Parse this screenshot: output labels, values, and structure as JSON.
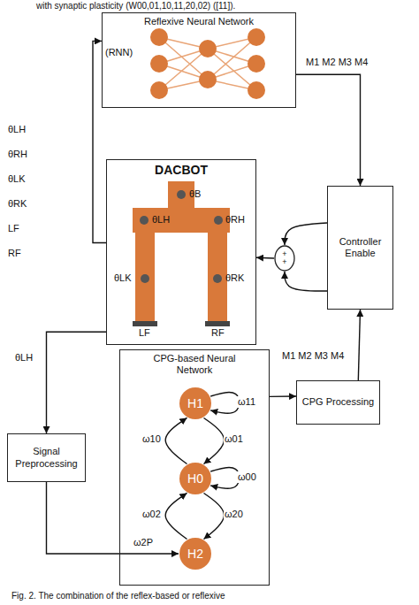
{
  "diagram": {
    "caption": "Fig. 2. The combination of the reflex-based or reflexive",
    "nodes": [
      {
        "text": [
          "Reflexive Neural Network",
          "(RNN)"
        ]
      },
      {
        "text": [
          "DACBOT"
        ]
      },
      {
        "text": [
          "Controller Enable"
        ]
      },
      {
        "text": [
          "+",
          "+"
        ]
      },
      {
        "text": [
          "CPG-based Neural Network"
        ]
      },
      {
        "text": [
          "H1"
        ],
        "in": 4
      },
      {
        "text": [
          "H0"
        ],
        "in": 4
      },
      {
        "text": [
          "H2"
        ],
        "in": 4
      },
      {
        "text": [
          "Signal Preprocessing"
        ]
      },
      {
        "text": [
          "CPG Processing"
        ]
      }
    ],
    "edges": [
      {
        "from": 1,
        "to": 0,
        "arrow": "to"
      },
      {
        "from": 0,
        "to": 2,
        "label": "M1 M2 M3 M4",
        "arrow": "to"
      },
      {
        "from": 2,
        "to": 3,
        "arrow": "to"
      },
      {
        "from": 2,
        "to": 3,
        "arrow": "to"
      },
      {
        "from": 3,
        "to": 1,
        "arrow": "to"
      },
      {
        "from": 1,
        "to": 8,
        "label": "θLH",
        "arrow": "to"
      },
      {
        "from": 8,
        "to": 7,
        "label": "ω2P",
        "arrow": "to"
      },
      {
        "from": 4,
        "to": 9,
        "arrow": "to"
      },
      {
        "from": 9,
        "to": 2,
        "label": "M1 M2 M3 M4",
        "arrow": "to"
      },
      {
        "from": 5,
        "to": 5,
        "label": "ω11",
        "arrow": "to"
      },
      {
        "from": 6,
        "to": 5,
        "label": "ω10",
        "arrow": "to"
      },
      {
        "from": 5,
        "to": 6,
        "label": "ω01",
        "arrow": "to"
      },
      {
        "from": 6,
        "to": 6,
        "label": "ω00",
        "arrow": "to"
      },
      {
        "from": 7,
        "to": 6,
        "label": "ω02",
        "arrow": "to"
      },
      {
        "from": 6,
        "to": 7,
        "label": "ω20",
        "arrow": "to"
      }
    ],
    "labels": [
      "with synaptic plasticity (W00,01,10,11,20,02) ([11]).",
      "θLH",
      "θRH",
      "θLK",
      "θRK",
      "LF",
      "RF",
      "θB",
      "θLH",
      "θRH",
      "θLK",
      "θRK",
      "LF",
      "RF"
    ]
  }
}
